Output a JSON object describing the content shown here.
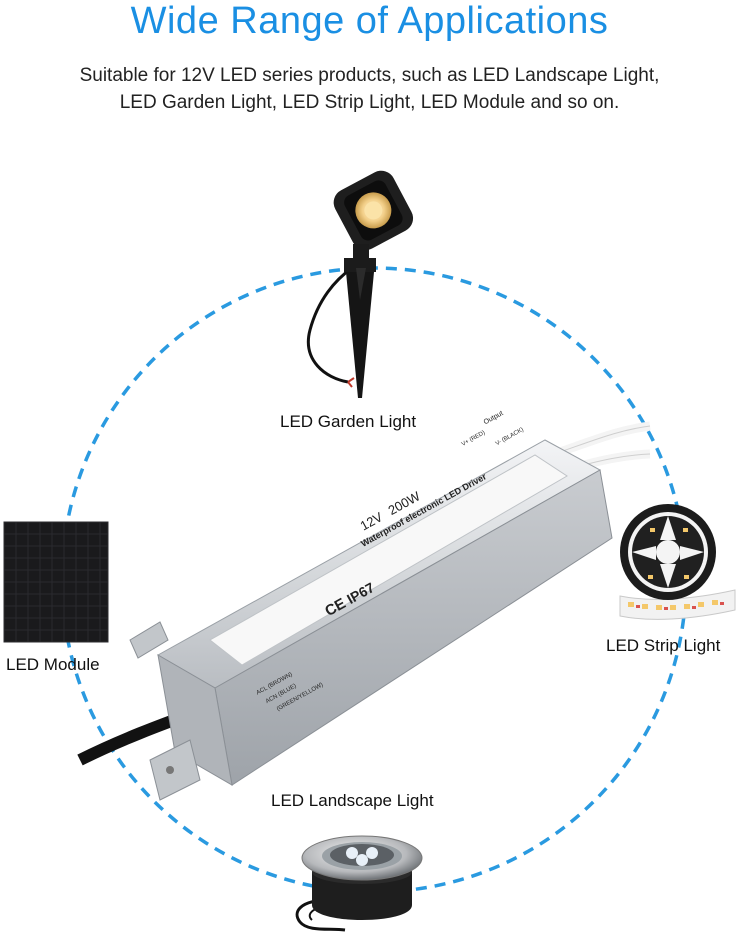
{
  "header": {
    "title": "Wide Range of Applications",
    "subtitle_line1": "Suitable for 12V LED series products, such as LED Landscape Light,",
    "subtitle_line2": "LED Garden Light, LED Strip Light, LED Module and so on."
  },
  "applications": {
    "garden": "LED Garden Light",
    "module": "LED Module",
    "strip": "LED Strip Light",
    "landscape": "LED Landscape Light"
  },
  "driver": {
    "rating_voltage": "12V",
    "rating_power": "200W",
    "description": "Waterproof electronic LED Driver",
    "ip_rating": "IP67",
    "ce_mark": "CE",
    "input_acl": "ACL (BROWN)",
    "input_acn": "ACN (BLUE)",
    "input_ground": "(GREEN/YELLOW)",
    "output_label": "Output",
    "output_pos": "V+ (RED)",
    "output_neg": "V- (BLACK)"
  },
  "colors": {
    "accent": "#1a8fe3",
    "circle": "#2a9ae0"
  }
}
